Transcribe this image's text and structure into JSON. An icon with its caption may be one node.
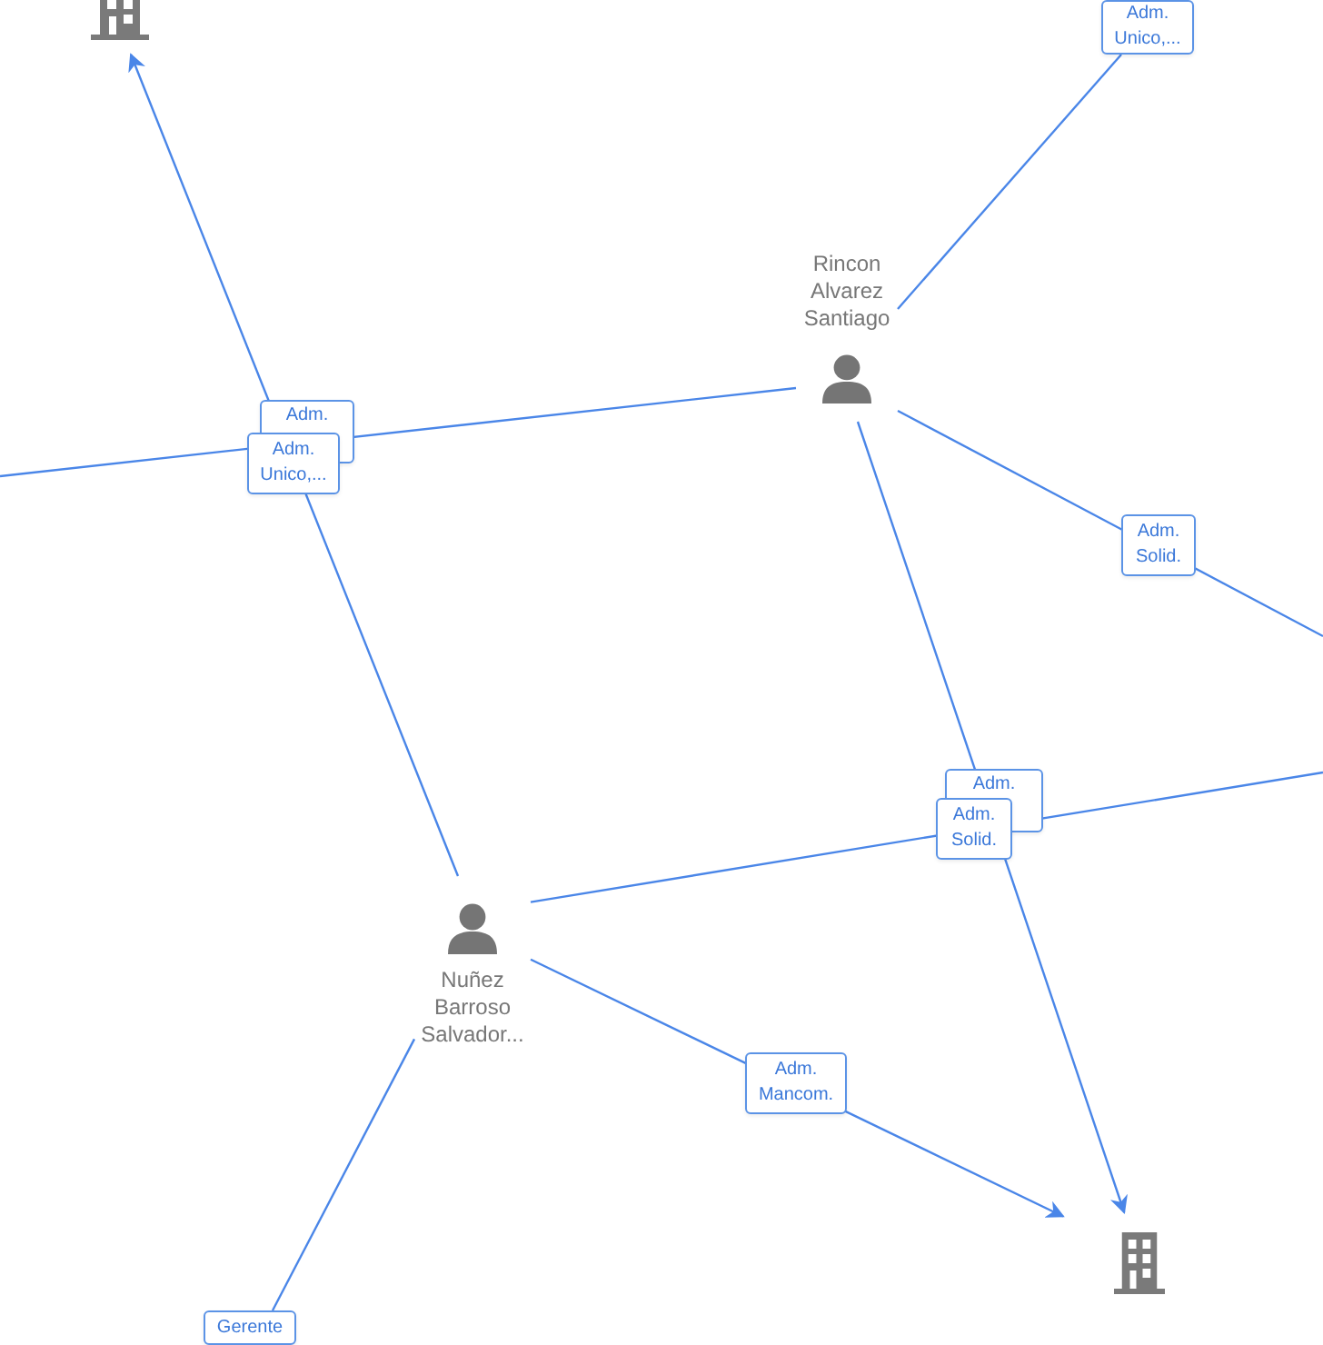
{
  "diagram": {
    "nodes": [
      {
        "text": [],
        "shape": "building"
      },
      {
        "text": [
          "Rincon Alvarez Santiago"
        ]
      },
      {
        "text": [
          "Nuñez Barroso Salvador..."
        ]
      },
      {
        "text": [],
        "shape": "building"
      }
    ],
    "edges": [
      {
        "from": 2,
        "to": 0,
        "arrow": "to",
        "label": "Adm. Unico,..."
      },
      {
        "from": 1,
        "to": null,
        "arrow": "none",
        "label": "Adm."
      },
      {
        "from": 1,
        "to": null,
        "arrow": "none",
        "label": "Adm. Unico,..."
      },
      {
        "from": 1,
        "to": null,
        "arrow": "none",
        "label": "Adm. Solid."
      },
      {
        "from": 1,
        "to": 3,
        "arrow": "to",
        "label": "Adm."
      },
      {
        "from": 2,
        "to": null,
        "arrow": "none",
        "label": "Adm. Solid."
      },
      {
        "from": 2,
        "to": 3,
        "arrow": "to",
        "label": "Adm. Mancom."
      },
      {
        "from": 2,
        "to": null,
        "arrow": "none",
        "label": "Gerente"
      }
    ]
  }
}
